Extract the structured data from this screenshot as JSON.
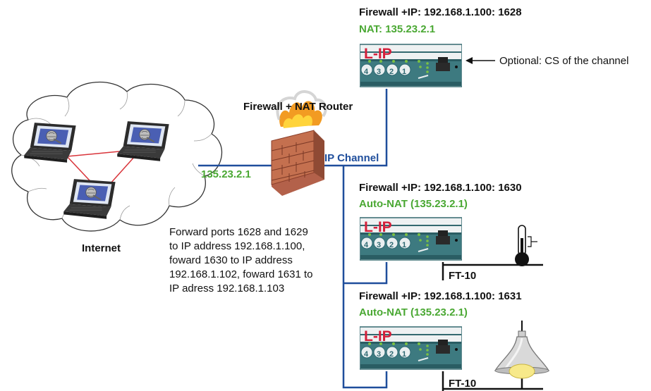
{
  "labels": {
    "fw_top_title": "Firewall +IP: 192.168.1.100: 1628",
    "fw_top_nat": "NAT: 135.23.2.1",
    "optional_cs": "Optional: CS of the channel",
    "router_title": "Firewall + NAT Router",
    "ip_channel": "IP Channel",
    "router_ip": "135.23.2.1",
    "internet": "Internet",
    "fw_mid_title": "Firewall +IP: 192.168.1.100: 1630",
    "fw_mid_nat": "Auto-NAT (135.23.2.1)",
    "fw_bot_title": "Firewall +IP: 192.168.1.100: 1631",
    "fw_bot_nat": "Auto-NAT (135.23.2.1)",
    "ft10_mid": "FT-10",
    "ft10_bot": "FT-10"
  },
  "forward_note": [
    "Forward ports 1628 and 1629",
    "to IP address 192.168.1.100,",
    "foward 1630 to IP address",
    "192.168.1.102, foward 1631 to",
    "IP adress 192.168.1.103"
  ],
  "device": {
    "title": "L-IP",
    "ports": [
      "4",
      "3",
      "2",
      "1"
    ]
  },
  "colors": {
    "lan_line": "#1f4e9c",
    "internet_links": "#d9343a",
    "label_green": "#4aa833",
    "device_title": "#d41f3a",
    "device_body": "#33696f"
  },
  "icons": {
    "thermometer": "thermometer-icon",
    "lamp": "ceiling-lamp-icon",
    "firewall": "burning-brick-wall-icon",
    "laptop": "laptop-icon",
    "cloud": "cloud-icon"
  }
}
